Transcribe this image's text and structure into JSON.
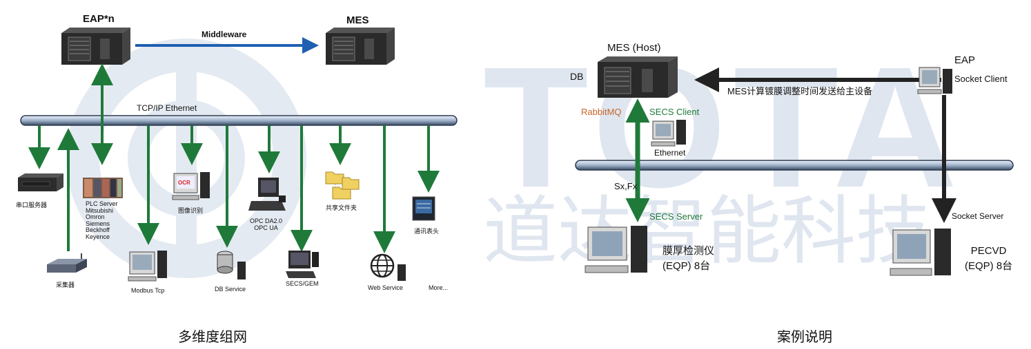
{
  "watermark": {
    "letters": "TOTA",
    "cn": "道达智能科技"
  },
  "left": {
    "eap": "EAP*n",
    "mes": "MES",
    "middleware": "Middleware",
    "bus": "TCP/IP Ethernet",
    "devices": {
      "serial": "串口服务器",
      "collector": "采集器",
      "plc": [
        "PLC Server",
        "Mitsubishi",
        "Omron",
        "Siemens",
        "Beckhoff",
        "Keyence"
      ],
      "modbus": "Modbus Tcp",
      "ocr_badge": "OCR",
      "image": "图像识别",
      "db": "DB Service",
      "opc": [
        "OPC DA2.0",
        "OPC UA"
      ],
      "secs": "SECS/GEM",
      "share": "共享文件夹",
      "web": "Web Service",
      "meter": "通讯表头",
      "more": "More..."
    },
    "caption": "多维度组网"
  },
  "right": {
    "mes_host": "MES (Host)",
    "db": "DB",
    "rabbit": "RabbitMQ",
    "secs_client": "SECS Client",
    "ethernet": "Ethernet",
    "eap": "EAP",
    "socket_client": "Socket Client",
    "msg": "MES计算镀膜调整时间发送给主设备",
    "sxfx": "Sx,Fx",
    "secs_server": "SECS Server",
    "film": [
      "膜厚检测仪",
      "(EQP) 8台"
    ],
    "socket_server": "Socket Server",
    "pecvd": [
      "PECVD",
      "(EQP) 8台"
    ],
    "caption": "案例说明"
  },
  "colors": {
    "green": "#1f7a3a",
    "blue": "#1f5fb0",
    "black": "#222222",
    "rabbit": "#c8642a",
    "watermark": "#dfe6ef"
  }
}
